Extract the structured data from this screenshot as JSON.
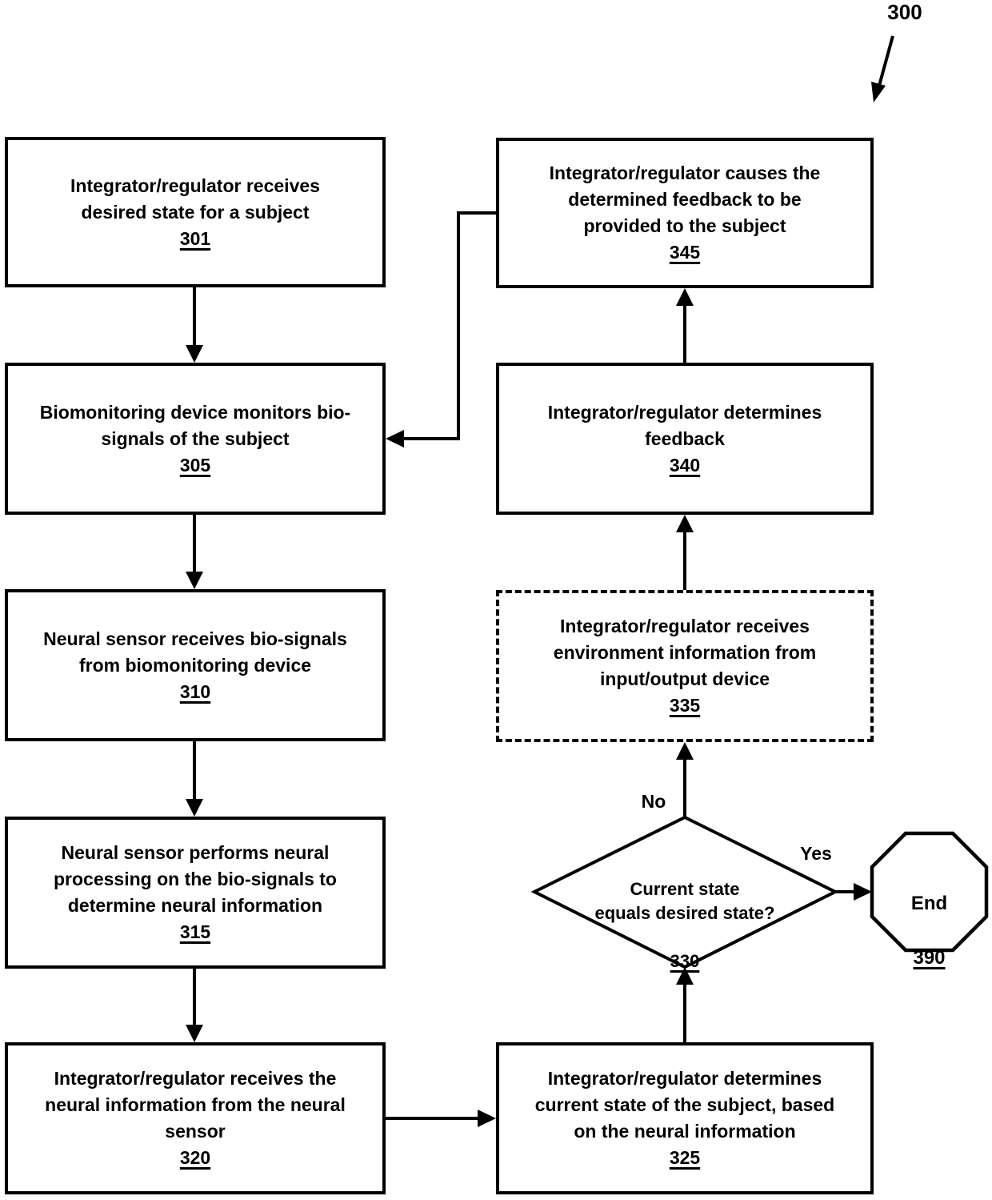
{
  "figure": {
    "number": "300"
  },
  "branch_labels": {
    "no": "No",
    "yes": "Yes"
  },
  "nodes": {
    "n301": {
      "lines": [
        "Integrator/regulator receives",
        "desired state for a subject"
      ],
      "ref": "301"
    },
    "n305": {
      "lines": [
        "Biomonitoring device monitors bio-",
        "signals of the subject"
      ],
      "ref": "305"
    },
    "n310": {
      "lines": [
        "Neural sensor receives bio-signals",
        "from biomonitoring device"
      ],
      "ref": "310"
    },
    "n315": {
      "lines": [
        "Neural sensor performs neural",
        "processing on the bio-signals to",
        "determine neural information"
      ],
      "ref": "315"
    },
    "n320": {
      "lines": [
        "Integrator/regulator receives the",
        "neural information from the neural",
        "sensor"
      ],
      "ref": "320"
    },
    "n325": {
      "lines": [
        "Integrator/regulator determines",
        "current state of the subject, based",
        "on the neural information"
      ],
      "ref": "325"
    },
    "n330": {
      "lines": [
        "Current state",
        "equals desired state?"
      ],
      "ref": "330"
    },
    "n335": {
      "lines": [
        "Integrator/regulator receives",
        "environment information from",
        "input/output device"
      ],
      "ref": "335"
    },
    "n340": {
      "lines": [
        "Integrator/regulator determines",
        "feedback"
      ],
      "ref": "340"
    },
    "n345": {
      "lines": [
        "Integrator/regulator causes the",
        "determined feedback to be",
        "provided to the subject"
      ],
      "ref": "345"
    },
    "n390": {
      "lines": [
        "End"
      ],
      "ref": "390"
    }
  }
}
